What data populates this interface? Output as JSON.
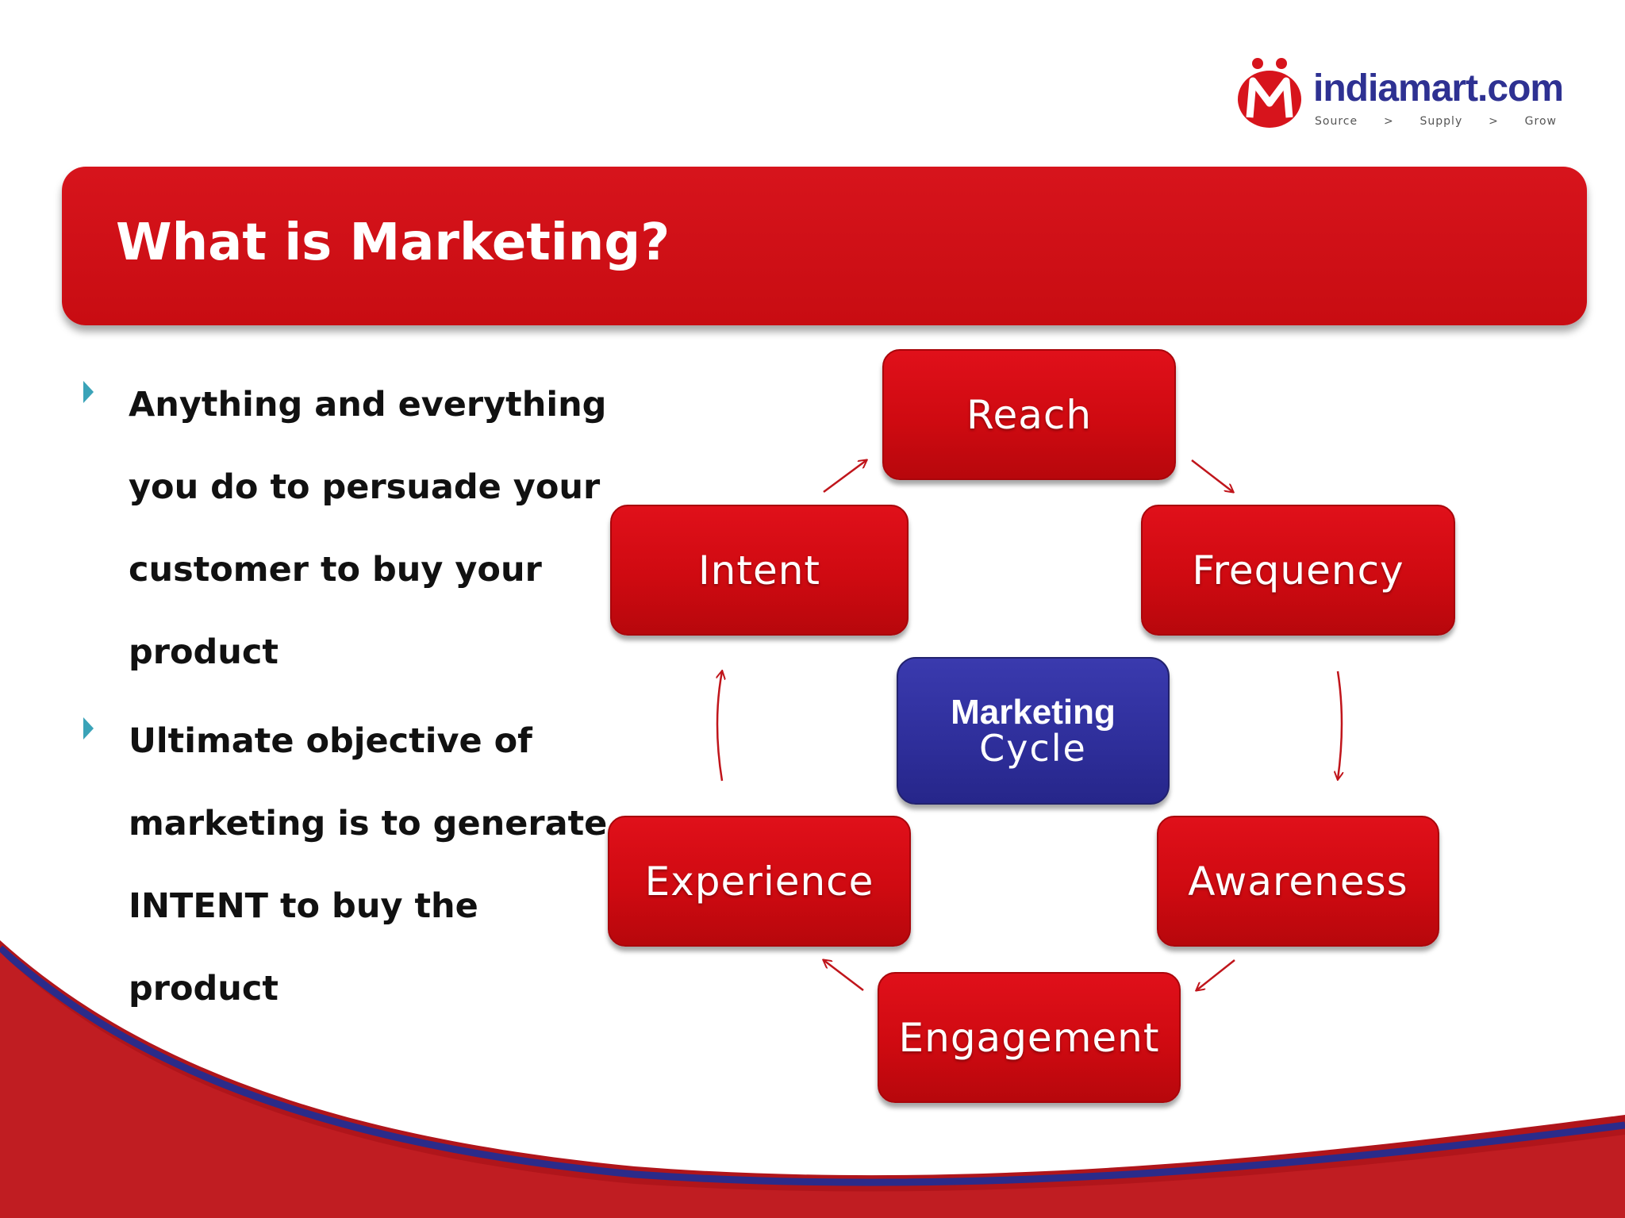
{
  "logo": {
    "wordmark": "indiamart.com",
    "tagline": [
      "Source",
      ">",
      "Supply",
      ">",
      "Grow"
    ]
  },
  "title": "What is Marketing?",
  "bullets": [
    "Anything and everything you do to persuade your customer to buy your product",
    "Ultimate objective of marketing is to generate INTENT to buy the product"
  ],
  "cycle": {
    "center_line1": "Marketing",
    "center_line2": "Cycle",
    "stages": {
      "reach": "Reach",
      "frequency": "Frequency",
      "awareness": "Awareness",
      "engagement": "Engagement",
      "experience": "Experience",
      "intent": "Intent"
    }
  },
  "colors": {
    "brand_red": "#d0090f",
    "center_blue": "#2e2e9a",
    "bullet_marker": "#3aa3b8",
    "wordmark_navy": "#2e3192"
  }
}
